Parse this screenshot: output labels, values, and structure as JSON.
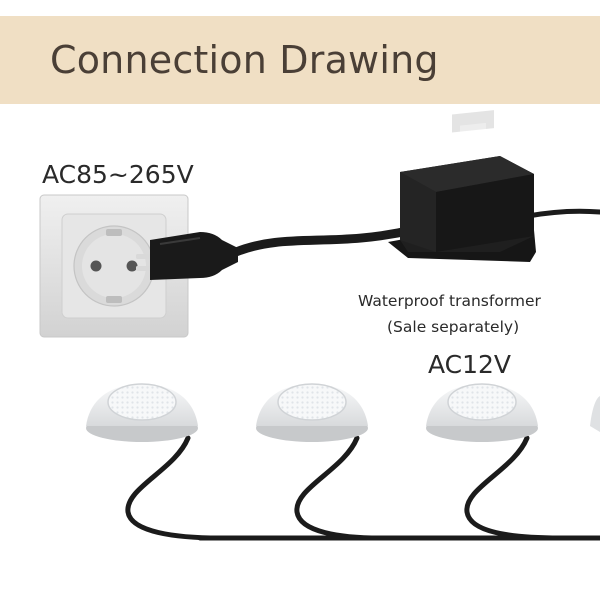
{
  "header": {
    "title": "Connection Drawing"
  },
  "diagram": {
    "input_voltage": "AC85~265V",
    "transformer": {
      "name": "Waterproof transformer",
      "note": "(Sale separately)"
    },
    "output_voltage": "AC12V"
  },
  "colors": {
    "title_band": "#f0dfc4",
    "title_text": "#4a3f36",
    "cable": "#1b1b1b",
    "socket": "#dcdcdc",
    "lamp": "#e9ebec"
  },
  "icons": [
    "wall-socket-icon",
    "plug-icon",
    "transformer-icon",
    "pool-light-icon"
  ]
}
